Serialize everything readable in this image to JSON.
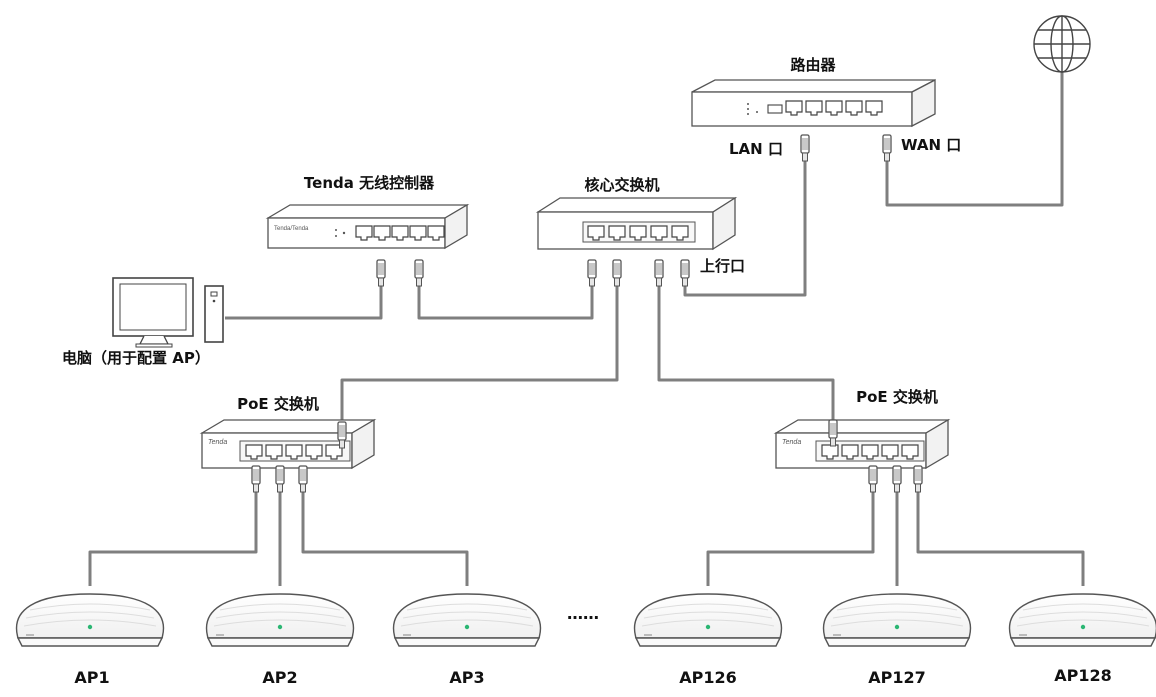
{
  "labels": {
    "router": "路由器",
    "lan_port": "LAN 口",
    "wan_port": "WAN 口",
    "controller": "Tenda 无线控制器",
    "core_switch": "核心交换机",
    "uplink": "上行口",
    "pc": "电脑（用于配置 AP）",
    "poe_left": "PoE 交换机",
    "poe_right": "PoE 交换机",
    "ellipsis": "……"
  },
  "brand": {
    "controller": "Tenda/Tenda",
    "poe_left": "Tenda",
    "poe_right": "Tenda"
  },
  "aps": [
    "AP1",
    "AP2",
    "AP3",
    "AP126",
    "AP127",
    "AP128"
  ],
  "colors": {
    "cable": "#7f7f7f",
    "device_border": "#555555",
    "ap_led": "#2bb673"
  }
}
